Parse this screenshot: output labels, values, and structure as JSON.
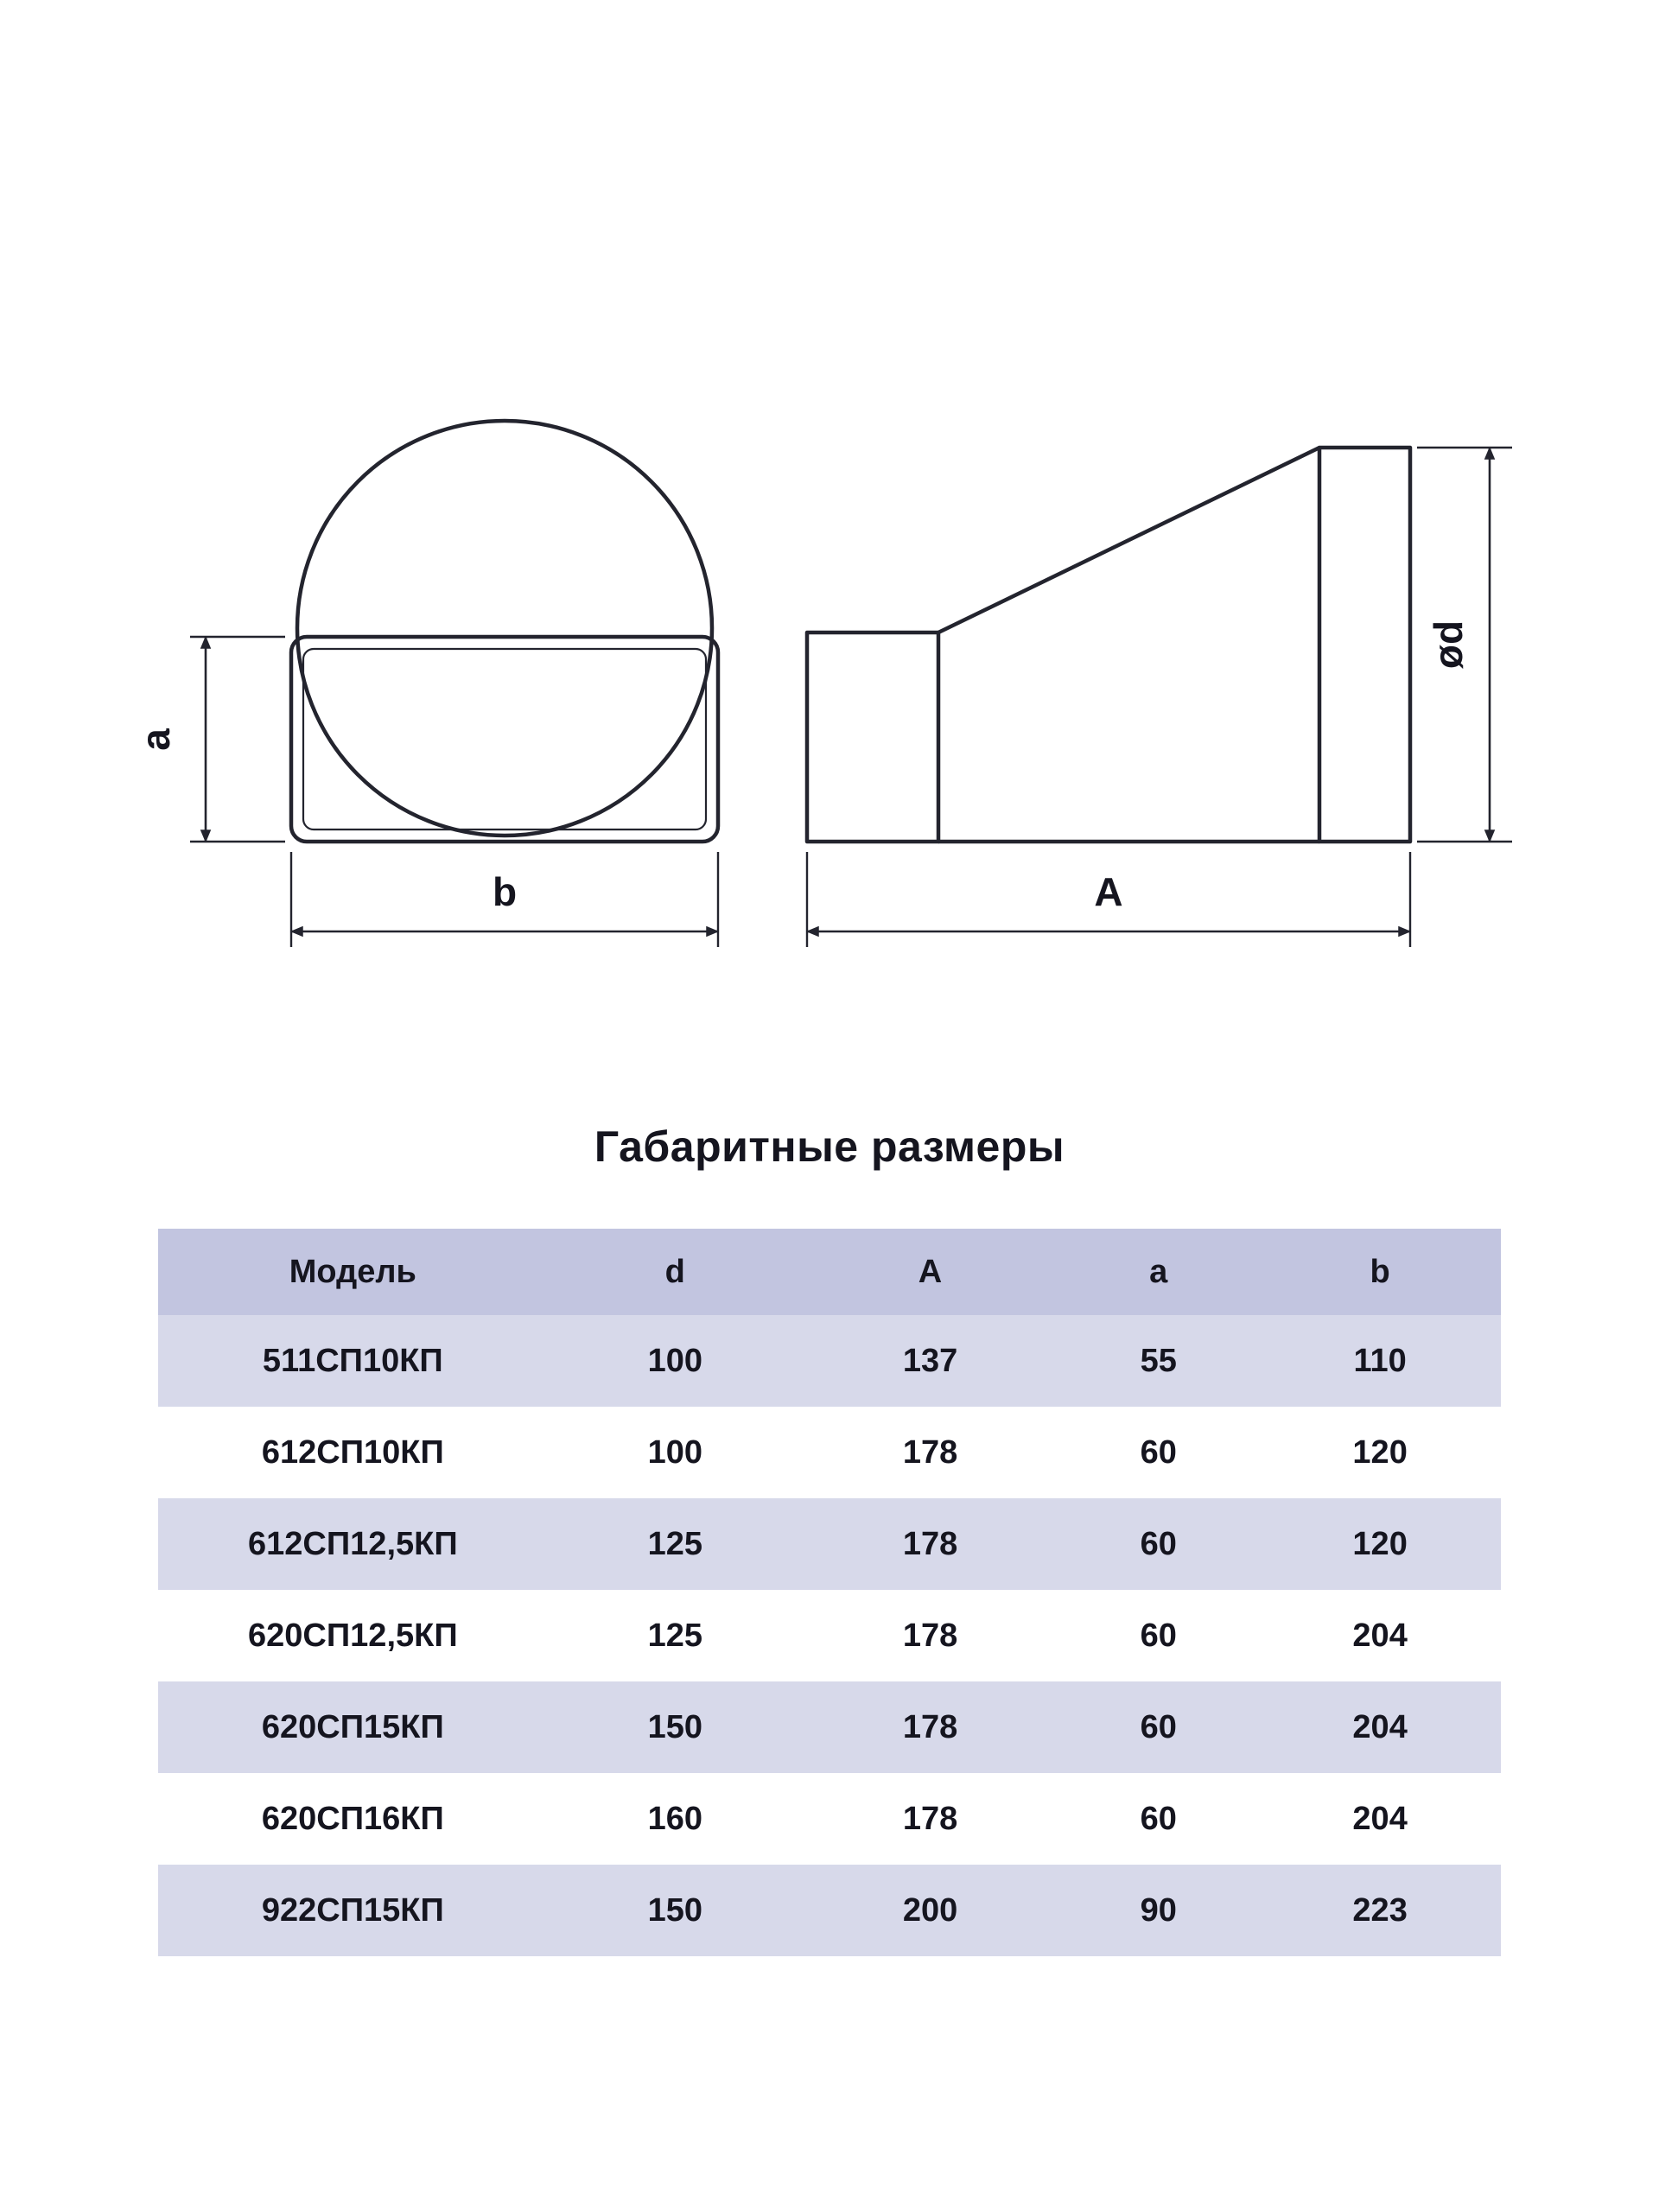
{
  "page": {
    "title": "Габаритные размеры"
  },
  "diagram": {
    "labels": {
      "a": "a",
      "b": "b",
      "A": "A",
      "d": "ød"
    }
  },
  "table": {
    "headers": [
      "Модель",
      "d",
      "A",
      "a",
      "b"
    ],
    "rows": [
      [
        "511СП10КП",
        "100",
        "137",
        "55",
        "110"
      ],
      [
        "612СП10КП",
        "100",
        "178",
        "60",
        "120"
      ],
      [
        "612СП12,5КП",
        "125",
        "178",
        "60",
        "120"
      ],
      [
        "620СП12,5КП",
        "125",
        "178",
        "60",
        "204"
      ],
      [
        "620СП15КП",
        "150",
        "178",
        "60",
        "204"
      ],
      [
        "620СП16КП",
        "160",
        "178",
        "60",
        "204"
      ],
      [
        "922СП15КП",
        "150",
        "200",
        "90",
        "223"
      ]
    ]
  },
  "colors": {
    "header_bg": "#c2c5e0",
    "row_alt_bg": "#d7d9ea",
    "line": "#23242e",
    "text": "#15151f"
  }
}
